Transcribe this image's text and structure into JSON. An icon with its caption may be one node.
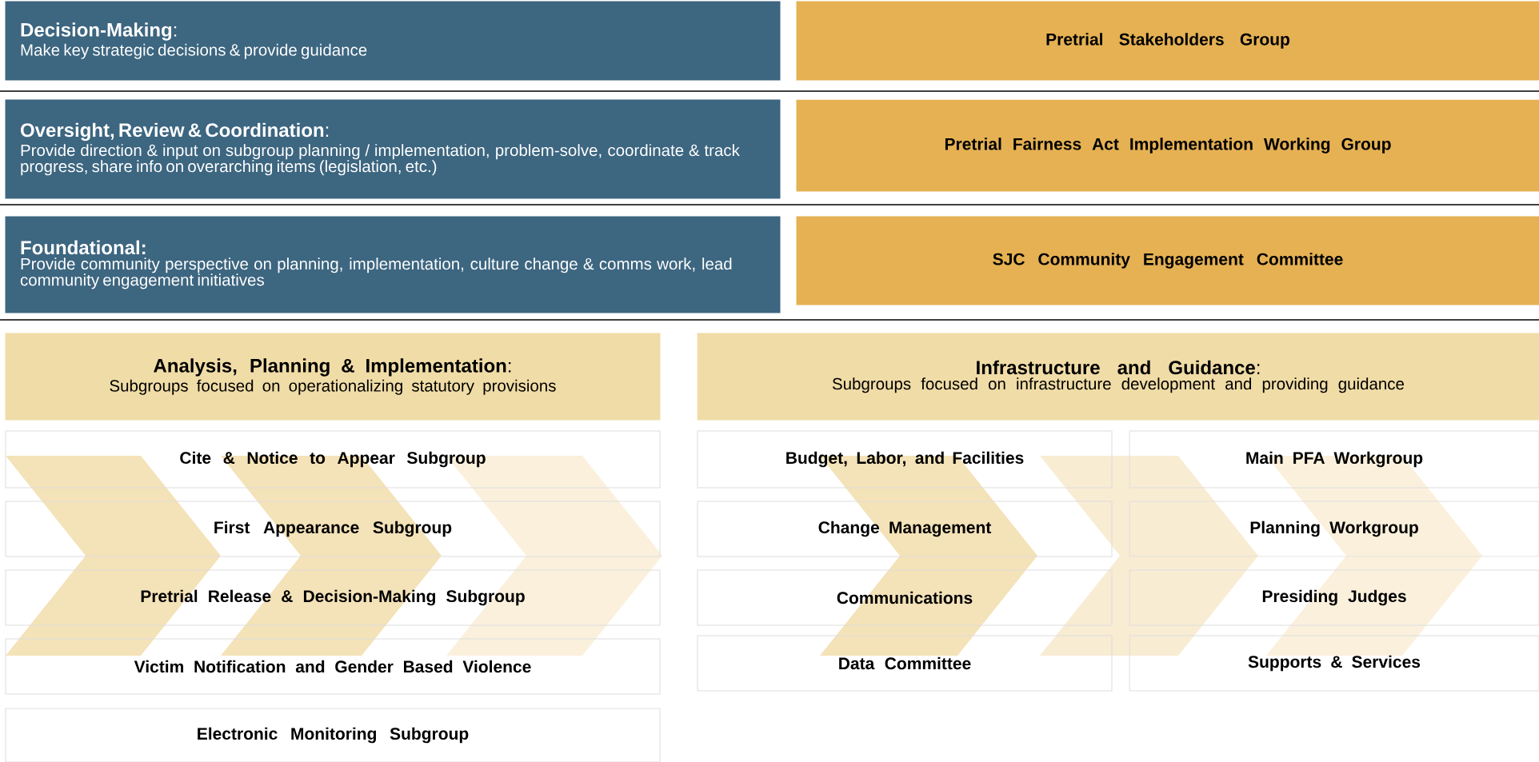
{
  "diagram": {
    "nodes": [
      {
        "text": [
          "**Decision-Making**:",
          "Make key strategic decisions & provide guidance"
        ]
      },
      {
        "text": [
          "Pretrial Stakeholders Group"
        ]
      },
      {
        "text": [
          "**Oversight, Review & Coordination**:",
          "Provide direction & input on subgroup planning / implementation, problem-solve, coordinate & track progress, share info on overarching items (legislation, etc.)"
        ]
      },
      {
        "text": [
          "Pretrial Fairness Act Implementation Working Group"
        ]
      },
      {
        "text": [
          "Foundational:",
          "Provide community perspective on planning,  implementation, culture change & comms work, lead community engagement initiatives"
        ]
      },
      {
        "text": [
          "SJC Community Engagement Committee"
        ]
      },
      {
        "text": [
          "**Analysis, Planning & Implementation**:",
          "Subgroups focused on operationalizing statutory provisions"
        ]
      },
      {
        "text": [
          "**Infrastructure and Guidance**:",
          "Subgroups focused on infrastructure development and providing guidance"
        ]
      },
      {
        "text": [
          "Cite & Notice to Appear Subgroup"
        ]
      },
      {
        "text": [
          "First Appearance Subgroup"
        ]
      },
      {
        "text": [
          "Pretrial Release & Decision-Making Subgroup"
        ]
      },
      {
        "text": [
          "Victim Notification and Gender Based Violence"
        ]
      },
      {
        "text": [
          "Electronic Monitoring Subgroup"
        ]
      },
      {
        "text": [
          "Budget, Labor, and Facilities"
        ]
      },
      {
        "text": [
          "Main PFA Workgroup"
        ]
      },
      {
        "text": [
          "Change Management"
        ]
      },
      {
        "text": [
          "Planning Workgroup"
        ]
      },
      {
        "text": [
          "Communications"
        ]
      },
      {
        "text": [
          "Presiding Judges"
        ]
      },
      {
        "text": [
          "Data Committee"
        ]
      },
      {
        "text": [
          "Supports & Services"
        ]
      }
    ]
  }
}
